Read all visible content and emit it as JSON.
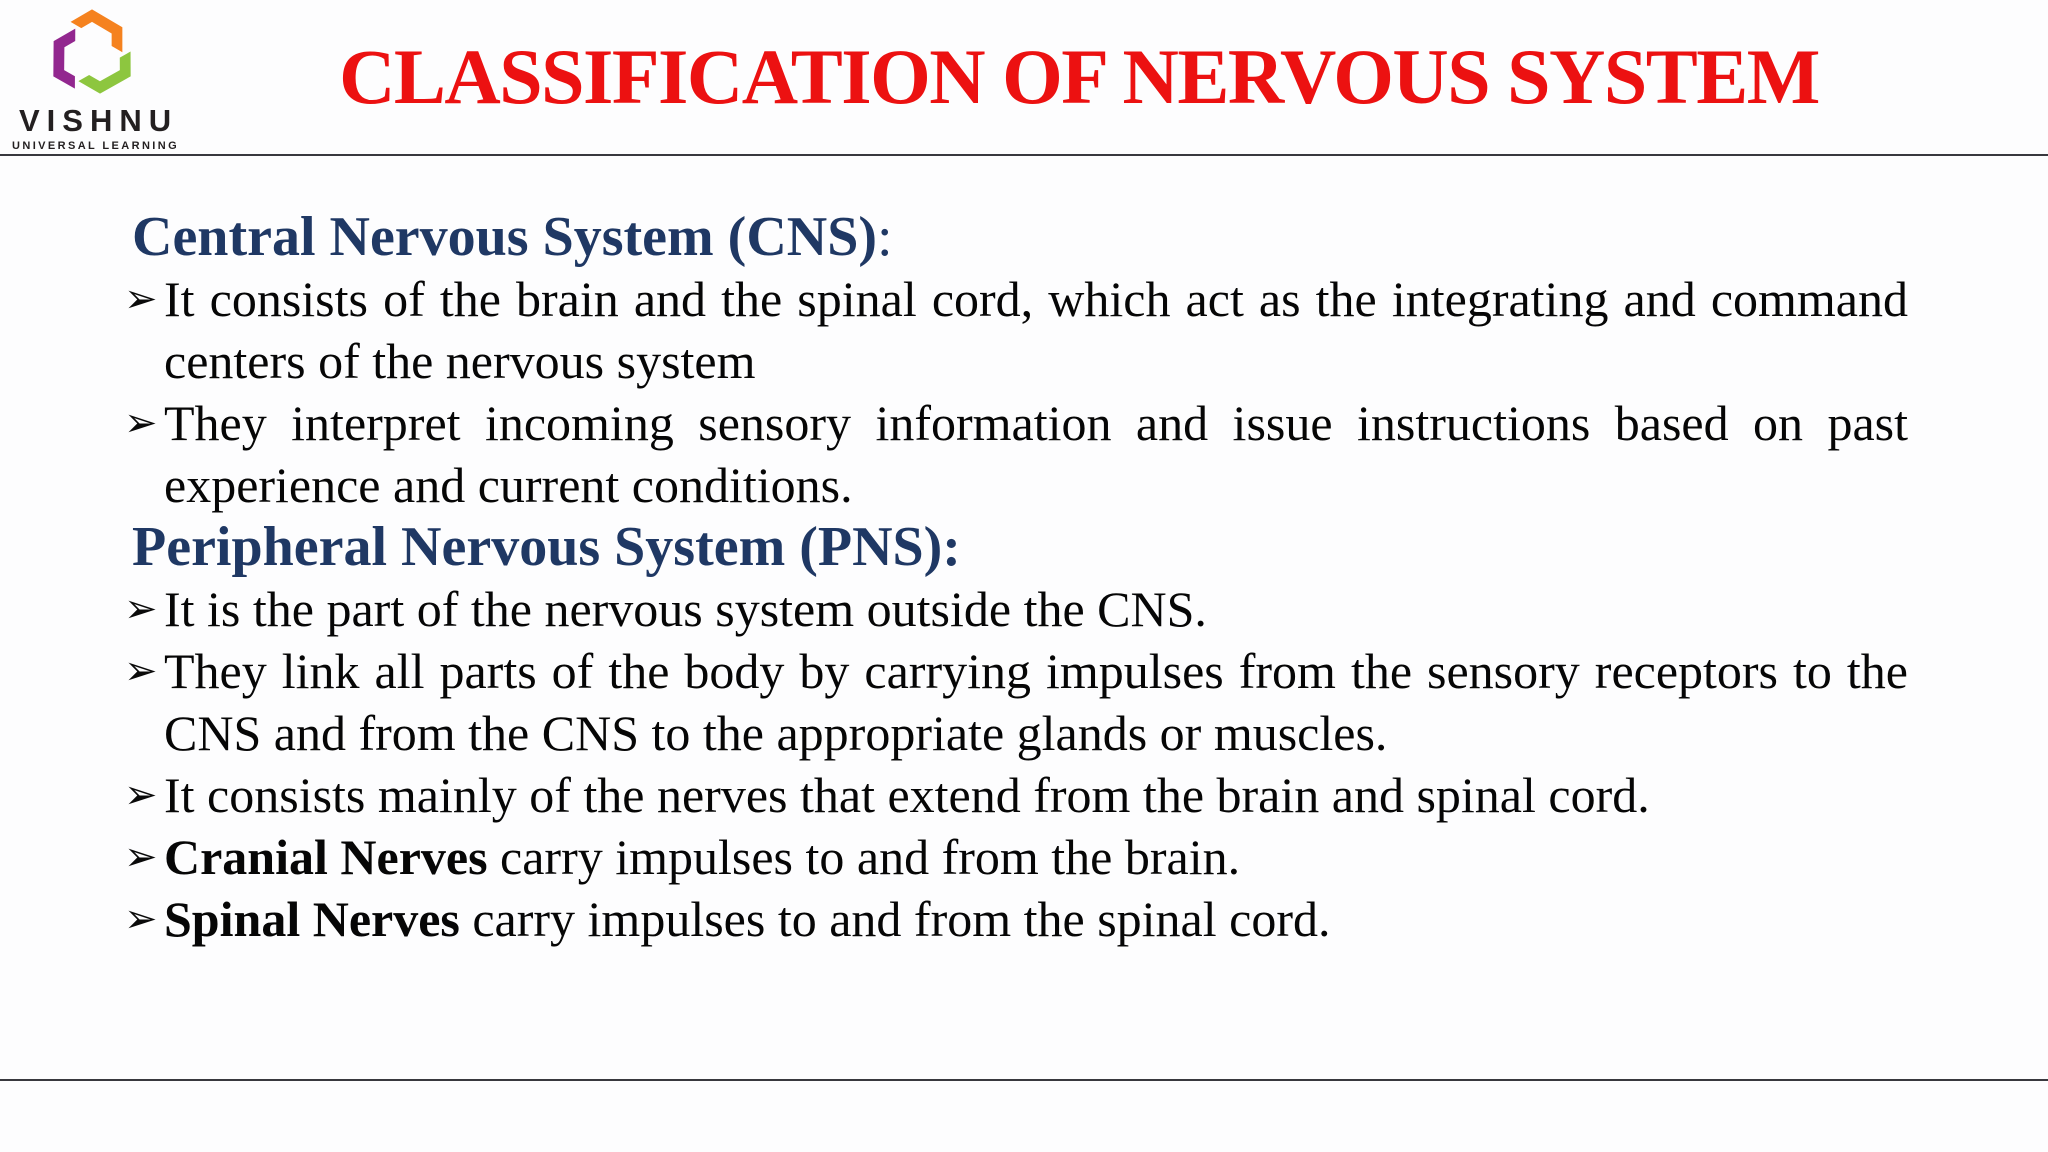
{
  "slide": {
    "background": "#FDFDFE",
    "rule_color": "#38383E"
  },
  "logo": {
    "brand": "VISHNU",
    "tagline": "UNIVERSAL LEARNING",
    "colors": {
      "orange": "#F5821F",
      "purple": "#92278F",
      "green": "#8DC63F",
      "text": "#231F20"
    }
  },
  "header": {
    "title": "CLASSIFICATION OF NERVOUS SYSTEM",
    "title_color": "#EC1111"
  },
  "content": {
    "bullet_glyph": "➢",
    "heading_color": "#1F3864",
    "sections": [
      {
        "heading": "Central Nervous System (CNS)",
        "suffix": ":",
        "bullets": [
          {
            "bold": "",
            "text": "It consists of the brain and the spinal cord, which act as the integrating and command centers of the nervous system"
          },
          {
            "bold": "",
            "text": "They interpret incoming sensory information and issue instructions based on past experience and current conditions."
          }
        ]
      },
      {
        "heading": "Peripheral Nervous System (PNS):",
        "suffix": "",
        "bullets": [
          {
            "bold": "",
            "text": "It is the part of the nervous system outside the CNS."
          },
          {
            "bold": "",
            "text": "They link all parts of the body by carrying impulses from the sensory receptors to the CNS and from the CNS to the appropriate glands or muscles."
          },
          {
            "bold": "",
            "text": "It consists mainly of the nerves that extend from the brain and spinal cord."
          },
          {
            "bold": "Cranial Nerves",
            "text": " carry impulses to and from the brain."
          },
          {
            "bold": "Spinal Nerves",
            "text": " carry impulses to and from the spinal cord."
          }
        ]
      }
    ]
  }
}
